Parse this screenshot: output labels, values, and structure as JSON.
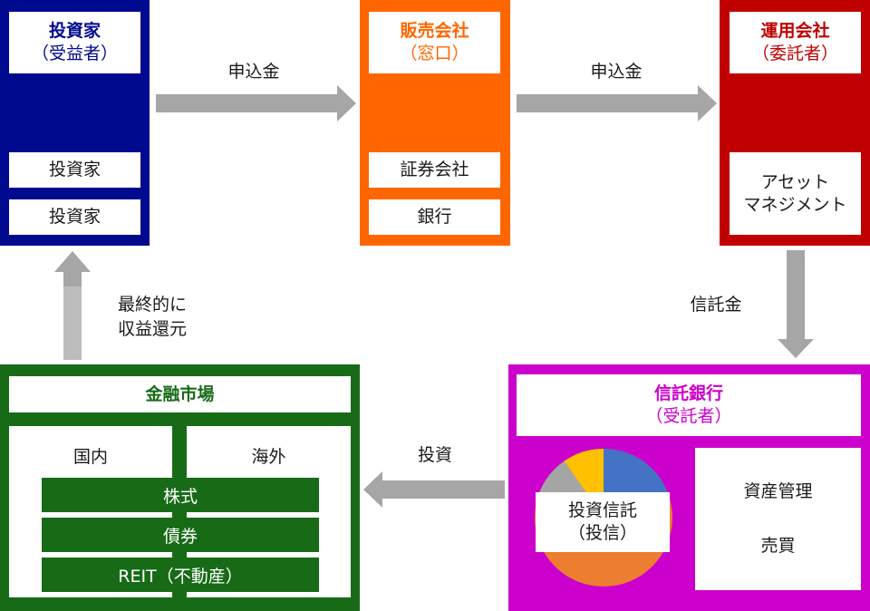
{
  "colors": {
    "investor": "#000a8f",
    "distributor": "#ff6600",
    "manager": "#c00000",
    "trust_bank": "#cc00cc",
    "market": "#176b17",
    "arrow": "#a6a6a6"
  },
  "investor": {
    "title": "投資家",
    "subtitle": "（受益者）",
    "items": [
      "投資家",
      "投資家"
    ]
  },
  "distributor": {
    "title": "販売会社",
    "subtitle": "（窓口）",
    "items": [
      "証券会社",
      "銀行"
    ]
  },
  "manager": {
    "title": "運用会社",
    "subtitle": "（委託者）",
    "item_line1": "アセット",
    "item_line2": "マネジメント"
  },
  "trust_bank": {
    "title": "信託銀行",
    "subtitle": "（受託者）",
    "fund_line1": "投資信託",
    "fund_line2": "（投信）",
    "duty_line1": "資産管理",
    "duty_line2": "売買"
  },
  "market": {
    "title": "金融市場",
    "col_domestic": "国内",
    "col_overseas": "海外",
    "assets": [
      "株式",
      "債券",
      "REIT（不動産）"
    ]
  },
  "flows": {
    "investor_to_distributor": "申込金",
    "distributor_to_manager": "申込金",
    "manager_to_trust": "信託金",
    "trust_to_market": "投資",
    "market_to_investor_line1": "最終的に",
    "market_to_investor_line2": "収益還元"
  }
}
